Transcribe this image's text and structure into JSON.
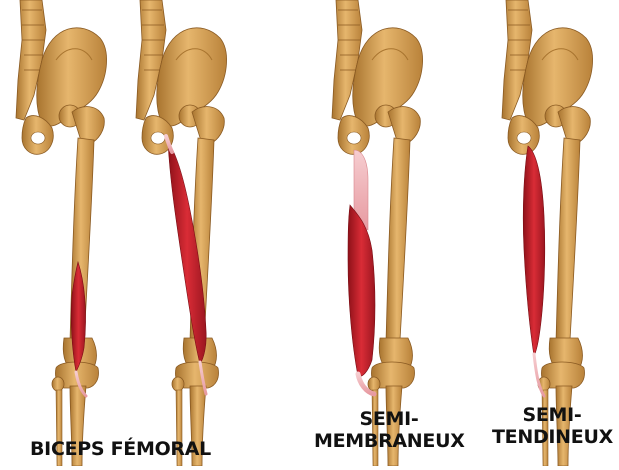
{
  "figures": [
    {
      "id": "biceps-femoral",
      "lines": [
        "BICEPS FÉMORAL"
      ]
    },
    {
      "id": "biceps-femoral-long-head",
      "lines": []
    },
    {
      "id": "semi-membraneux",
      "lines": [
        "SEMI-",
        "MEMBRANEUX"
      ]
    },
    {
      "id": "semi-tendineux",
      "lines": [
        "SEMI-",
        "TENDINEUX"
      ]
    }
  ],
  "colors": {
    "bone": "#d9a85f",
    "bone_shadow": "#a8742f",
    "bone_light": "#f0cf94",
    "muscle": "#cc2630",
    "muscle_dark": "#8e1119",
    "tendon": "#f0b9bd",
    "caption": "#111111"
  }
}
